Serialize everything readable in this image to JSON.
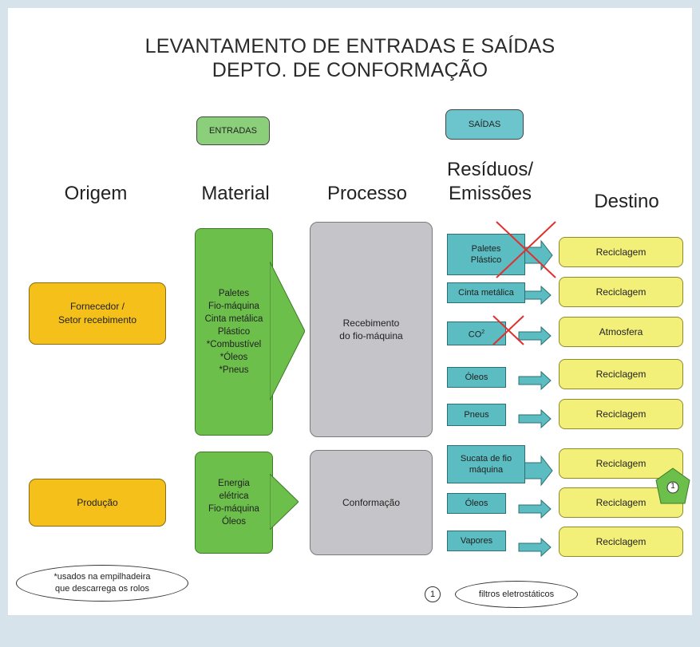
{
  "title_line1": "LEVANTAMENTO DE ENTRADAS E SAÍDAS",
  "title_line2": "DEPTO. DE CONFORMAÇÃO",
  "tags": {
    "entradas": "ENTRADAS",
    "saidas": "SAÍDAS"
  },
  "columns": {
    "origem": "Origem",
    "material": "Material",
    "processo": "Processo",
    "residuos_l1": "Resíduos/",
    "residuos_l2": "Emissões",
    "destino": "Destino"
  },
  "origins": [
    {
      "l1": "Fornecedor /",
      "l2": "Setor recebimento"
    },
    {
      "l1": "Produção",
      "l2": ""
    }
  ],
  "materials": [
    [
      "Paletes",
      "Fio-máquina",
      "Cinta metálica",
      "Plástico",
      "*Combustível",
      "*Óleos",
      "*Pneus"
    ],
    [
      "Energia",
      "elétrica",
      "Fio-máquina",
      "Óleos"
    ]
  ],
  "processes": [
    {
      "l1": "Recebimento",
      "l2": "do fio-máquina"
    },
    {
      "l1": "Conformação",
      "l2": ""
    }
  ],
  "residues": [
    {
      "l1": "Paletes",
      "l2": "Plástico",
      "crossed": true
    },
    {
      "l1": "Cinta metálica",
      "l2": "",
      "crossed": false
    },
    {
      "l1": "CO",
      "l2": "",
      "sup": "2",
      "crossed": true
    },
    {
      "l1": "Óleos",
      "l2": "",
      "crossed": false
    },
    {
      "l1": "Pneus",
      "l2": "",
      "crossed": false
    },
    {
      "l1": "Sucata de fio",
      "l2": "máquina",
      "crossed": false
    },
    {
      "l1": "Óleos",
      "l2": "",
      "crossed": false
    },
    {
      "l1": "Vapores",
      "l2": "",
      "crossed": false
    }
  ],
  "destinations": [
    "Reciclagem",
    "Reciclagem",
    "Atmosfera",
    "Reciclagem",
    "Reciclagem",
    "Reciclagem",
    "Reciclagem",
    "Reciclagem"
  ],
  "marker": "1",
  "notes": {
    "left_l1": "*usados na empilhadeira",
    "left_l2": "que descarrega os rolos",
    "legend_number": "1",
    "legend_text": "filtros eletrostáticos"
  },
  "colors": {
    "origin": "#f5c019",
    "material": "#6cbf4a",
    "process": "#c5c5c9",
    "residue": "#5bbcc1",
    "destination": "#f3f07a",
    "cross": "#e03030",
    "frame": "#d7e3ea"
  }
}
